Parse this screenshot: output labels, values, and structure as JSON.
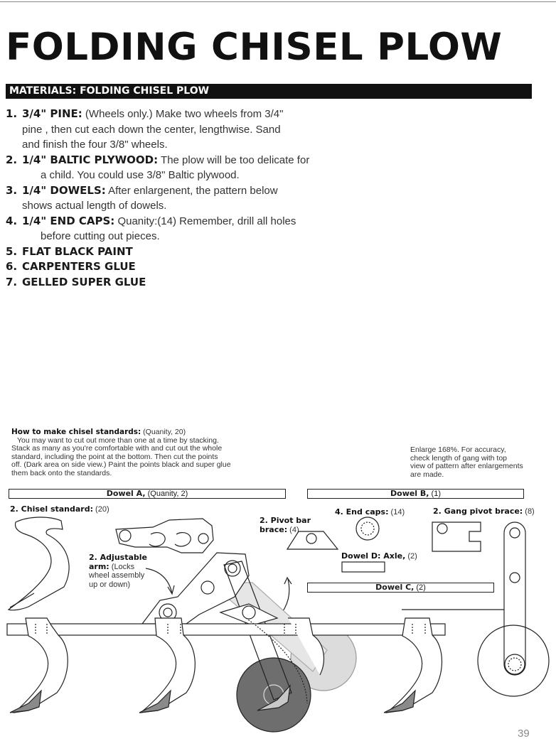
{
  "title": "FOLDING CHISEL PLOW",
  "materials_header": "MATERIALS: FOLDING CHISEL PLOW",
  "materials": [
    {
      "num": "1.",
      "key": "3/4\" PINE:",
      "lines": [
        " (Wheels only.) Make two wheels from 3/4\"",
        "pine , then cut each down the center, lengthwise. Sand",
        "and finish the four 3/8\" wheels."
      ]
    },
    {
      "num": "2.",
      "key": "1/4\" BALTIC PLYWOOD:",
      "lines": [
        " The plow will be too delicate for",
        "a child. You could use 3/8\" Baltic plywood."
      ]
    },
    {
      "num": "3.",
      "key": "1/4\" DOWELS:",
      "lines": [
        " After enlargenent, the pattern below",
        "shows actual length of dowels."
      ]
    },
    {
      "num": "4.",
      "key": "1/4\" END CAPS:",
      "lines": [
        " Quanity:(14)  Remember, drill all holes",
        "before cutting out pieces."
      ]
    },
    {
      "num": "5.",
      "key": "FLAT BLACK PAINT",
      "lines": [
        ""
      ]
    },
    {
      "num": "6.",
      "key": "CARPENTERS GLUE",
      "lines": [
        ""
      ]
    },
    {
      "num": "7.",
      "key": "GELLED SUPER GLUE",
      "lines": [
        ""
      ]
    }
  ],
  "howto": {
    "title": "How to make chisel standards:",
    "qty": " (Quanity, 20)",
    "lines": [
      "You may want to cut out more than one at a time by stacking.",
      "Stack as many as you're comfortable with and cut out the whole",
      "standard, including the point at the bottom. Then cut the points",
      "off. (Dark area on side view.) Paint the points black and super glue",
      "them back onto the standards."
    ]
  },
  "enlarge": {
    "lines": [
      "Enlarge  168%.  For  accuracy,",
      "check  length  of  gang  with  top",
      "view of pattern after enlargements",
      "are made."
    ]
  },
  "dowels": {
    "a": {
      "name": "Dowel A,",
      "qty": " (Quanity, 2)"
    },
    "b": {
      "name": "Dowel B,",
      "qty": " (1)"
    },
    "c": {
      "name": "Dowel C,",
      "qty": " (2)"
    },
    "d": {
      "name": "Dowel D: Axle,",
      "qty": " (2)"
    }
  },
  "labels": {
    "chisel": {
      "name": "2. Chisel standard:",
      "qty": " (20)"
    },
    "adjustable": {
      "name1": "2. Adjustable",
      "name2": "arm:",
      "rest": [
        " (Locks",
        "wheel assembly",
        "up or down)"
      ]
    },
    "pivot_bar": {
      "name1": "2. Pivot bar",
      "name2": "brace:",
      "qty": " (4)"
    },
    "end_caps": {
      "name": "4. End caps:",
      "qty": " (14)"
    },
    "gang_pivot": {
      "name": "2. Gang pivot brace:",
      "qty": " (8)"
    }
  },
  "page_number": "39",
  "colors": {
    "ink": "#111111",
    "dark_fill": "#6b6b6b",
    "light_fill": "#d9d9d9",
    "point_fill": "#8a8a8a"
  }
}
